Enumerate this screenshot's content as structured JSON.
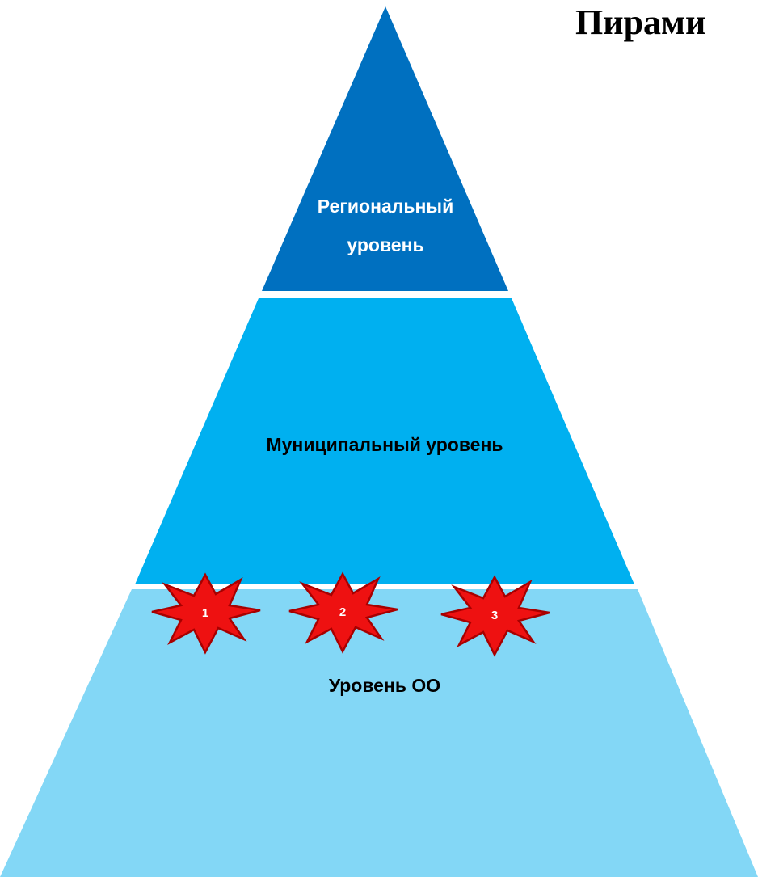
{
  "title": "Пирами",
  "pyramid": {
    "levels": [
      {
        "name": "regional",
        "label_lines": [
          "Региональный",
          "уровень"
        ],
        "color": "#0070C0",
        "text_color": "#FFFFFF"
      },
      {
        "name": "municipal",
        "label_lines": [
          "Муниципальный уровень"
        ],
        "color": "#00B0F0",
        "text_color": "#000000"
      },
      {
        "name": "oo",
        "label_lines": [
          "Уровень ОО"
        ],
        "color": "#83D7F6",
        "text_color": "#000000"
      }
    ],
    "badges": {
      "labels": [
        "1",
        "2",
        "3"
      ],
      "fill_color": "#EE1111",
      "stroke_color": "#A80000",
      "text_color": "#FFFFFF",
      "icon": "explosion-star-icon"
    }
  }
}
